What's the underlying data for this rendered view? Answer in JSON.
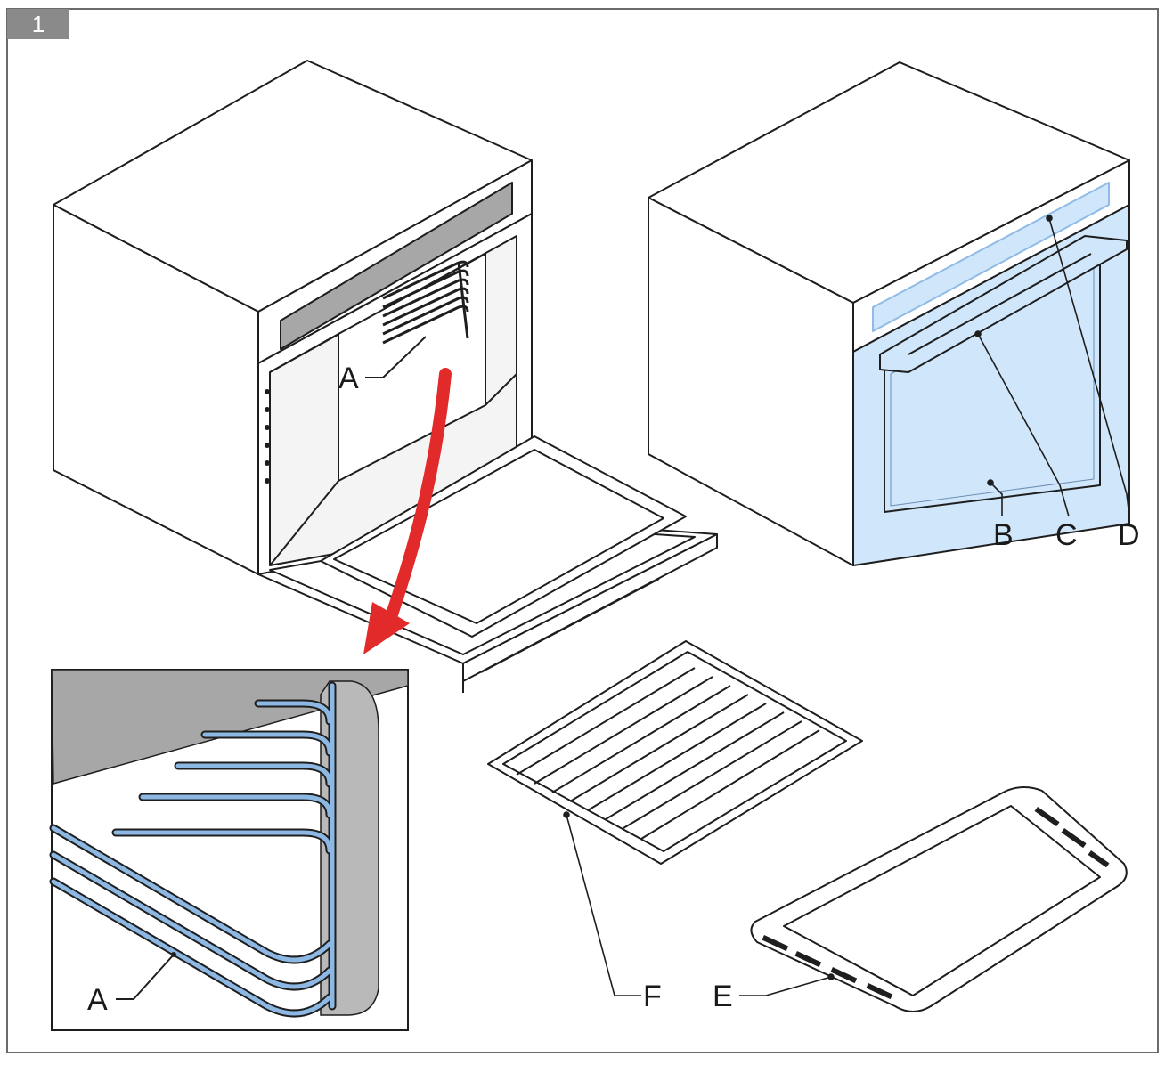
{
  "figure_number": "1",
  "callouts": {
    "A_main": "A",
    "A_detail": "A",
    "B": "B",
    "C": "C",
    "D": "D",
    "E": "E",
    "F": "F"
  },
  "colors": {
    "outline": "#1e1e1e",
    "glass": "#cfe6fb",
    "glass_edge": "#8fbbe6",
    "display": "#a7a7a7",
    "rail_blue": "#8cb8e3",
    "arrow_red": "#e32a2a",
    "badge_gray": "#8a8a8a"
  },
  "icons": {
    "arrow": "curved-red-arrow"
  }
}
